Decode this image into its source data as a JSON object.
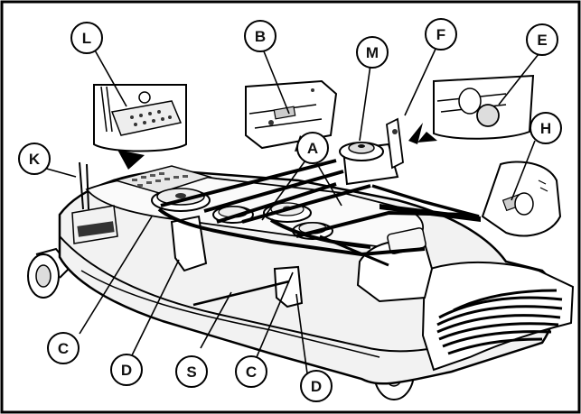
{
  "diagram": {
    "frame_color": "#000000",
    "background": "#ffffff",
    "deck_fill": "#f2f2f2",
    "belt_color": "#111111",
    "callouts": [
      {
        "id": "L",
        "label": "L"
      },
      {
        "id": "B",
        "label": "B"
      },
      {
        "id": "M",
        "label": "M"
      },
      {
        "id": "F",
        "label": "F"
      },
      {
        "id": "E",
        "label": "E"
      },
      {
        "id": "K",
        "label": "K"
      },
      {
        "id": "A",
        "label": "A"
      },
      {
        "id": "H",
        "label": "H"
      },
      {
        "id": "C1",
        "label": "C"
      },
      {
        "id": "D1",
        "label": "D"
      },
      {
        "id": "S",
        "label": "S"
      },
      {
        "id": "C2",
        "label": "C"
      },
      {
        "id": "D2",
        "label": "D"
      }
    ]
  }
}
